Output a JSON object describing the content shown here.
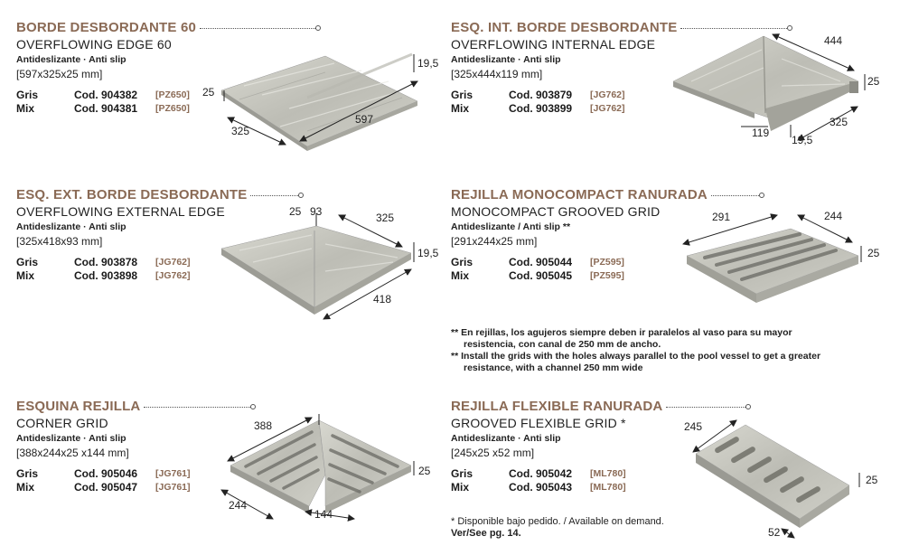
{
  "products": [
    {
      "title": "BORDE DESBORDANTE 60",
      "subtitle": "OVERFLOWING EDGE 60",
      "antislip": "Antideslizante · Anti slip",
      "size": "[597x325x25 mm]",
      "rows": [
        {
          "name": "Gris",
          "code": "Cod. 904382",
          "ref": "[PZ650]"
        },
        {
          "name": "Mix",
          "code": "Cod. 904381",
          "ref": "[PZ650]"
        }
      ],
      "dims": [
        "19,5",
        "25",
        "325",
        "597"
      ]
    },
    {
      "title": "ESQ. INT. BORDE DESBORDANTE",
      "subtitle": "OVERFLOWING INTERNAL EDGE",
      "antislip": "Antideslizante · Anti slip",
      "size": "[325x444x119 mm]",
      "rows": [
        {
          "name": "Gris",
          "code": "Cod. 903879",
          "ref": "[JG762]"
        },
        {
          "name": "Mix",
          "code": "Cod. 903899",
          "ref": "[JG762]"
        }
      ],
      "dims": [
        "444",
        "25",
        "325",
        "119",
        "19,5"
      ]
    },
    {
      "title": "ESQ. EXT. BORDE DESBORDANTE",
      "subtitle": "OVERFLOWING EXTERNAL EDGE",
      "antislip": "Antideslizante · Anti slip",
      "size": "[325x418x93 mm]",
      "rows": [
        {
          "name": "Gris",
          "code": "Cod. 903878",
          "ref": "[JG762]"
        },
        {
          "name": "Mix",
          "code": "Cod. 903898",
          "ref": "[JG762]"
        }
      ],
      "dims": [
        "25",
        "93",
        "325",
        "19,5",
        "418"
      ]
    },
    {
      "title": "REJILLA MONOCOMPACT RANURADA",
      "subtitle": "MONOCOMPACT GROOVED GRID",
      "antislip": "Antideslizante / Anti slip **",
      "size": "[291x244x25 mm]",
      "rows": [
        {
          "name": "Gris",
          "code": "Cod. 905044",
          "ref": "[PZ595]"
        },
        {
          "name": "Mix",
          "code": "Cod. 905045",
          "ref": "[PZ595]"
        }
      ],
      "dims": [
        "291",
        "244",
        "25"
      ]
    },
    {
      "title": "ESQUINA REJILLA",
      "subtitle": "CORNER GRID",
      "antislip": "Antideslizante · Anti slip",
      "size": "[388x244x25 x144 mm]",
      "rows": [
        {
          "name": "Gris",
          "code": "Cod. 905046",
          "ref": "[JG761]"
        },
        {
          "name": "Mix",
          "code": "Cod. 905047",
          "ref": "[JG761]"
        }
      ],
      "dims": [
        "388",
        "25",
        "244",
        "144"
      ]
    },
    {
      "title": "REJILLA FLEXIBLE RANURADA",
      "subtitle": "GROOVED FLEXIBLE GRID *",
      "antislip": "Antideslizante · Anti slip",
      "size": "[245x25 x52 mm]",
      "rows": [
        {
          "name": "Gris",
          "code": "Cod. 905042",
          "ref": "[ML780]"
        },
        {
          "name": "Mix",
          "code": "Cod. 905043",
          "ref": "[ML780]"
        }
      ],
      "dims": [
        "245",
        "25",
        "52"
      ]
    }
  ],
  "notes": {
    "grid_es": "** En rejillas, los agujeros siempre deben ir paralelos al vaso para su mayor",
    "grid_es2": "resistencia, con canal de 250 mm de ancho.",
    "grid_en": "** Install the grids with the holes always parallel to the pool vessel to get a greater",
    "grid_en2": "resistance, with a channel 250 mm wide",
    "availability": "* Disponible bajo pedido. / Available on demand.",
    "see": "Ver/See pg. 14."
  },
  "colors": {
    "title": "#8a6a55",
    "stone": "#c9c9c1",
    "stone_dark": "#a9aaa2"
  }
}
